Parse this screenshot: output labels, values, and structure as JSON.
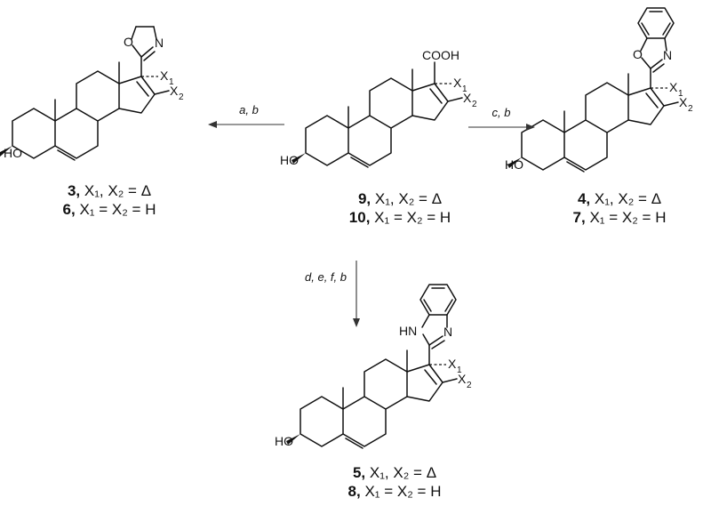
{
  "compounds": {
    "c3": {
      "num": "3",
      "text": "X₁, X₂ = Δ"
    },
    "c6": {
      "num": "6",
      "text": "X₁ = X₂ = H"
    },
    "c9": {
      "num": "9",
      "text": "X₁, X₂ = Δ"
    },
    "c10": {
      "num": "10",
      "text": "X₁ = X₂ = H"
    },
    "c4": {
      "num": "4",
      "text": "X₁, X₂ = Δ"
    },
    "c7": {
      "num": "7",
      "text": "X₁ = X₂ = H"
    },
    "c5": {
      "num": "5",
      "text": "X₁, X₂ = Δ"
    },
    "c8": {
      "num": "8",
      "text": "X₁ = X₂ = H"
    }
  },
  "conditions": {
    "left": "a, b",
    "right": "c, b",
    "down": "d, e, f, b"
  },
  "atoms": {
    "ho": "HO",
    "o": "O",
    "n": "N",
    "hn": "HN",
    "cooh": "COOH",
    "x": "X",
    "sub1": "1",
    "sub2": "2"
  }
}
